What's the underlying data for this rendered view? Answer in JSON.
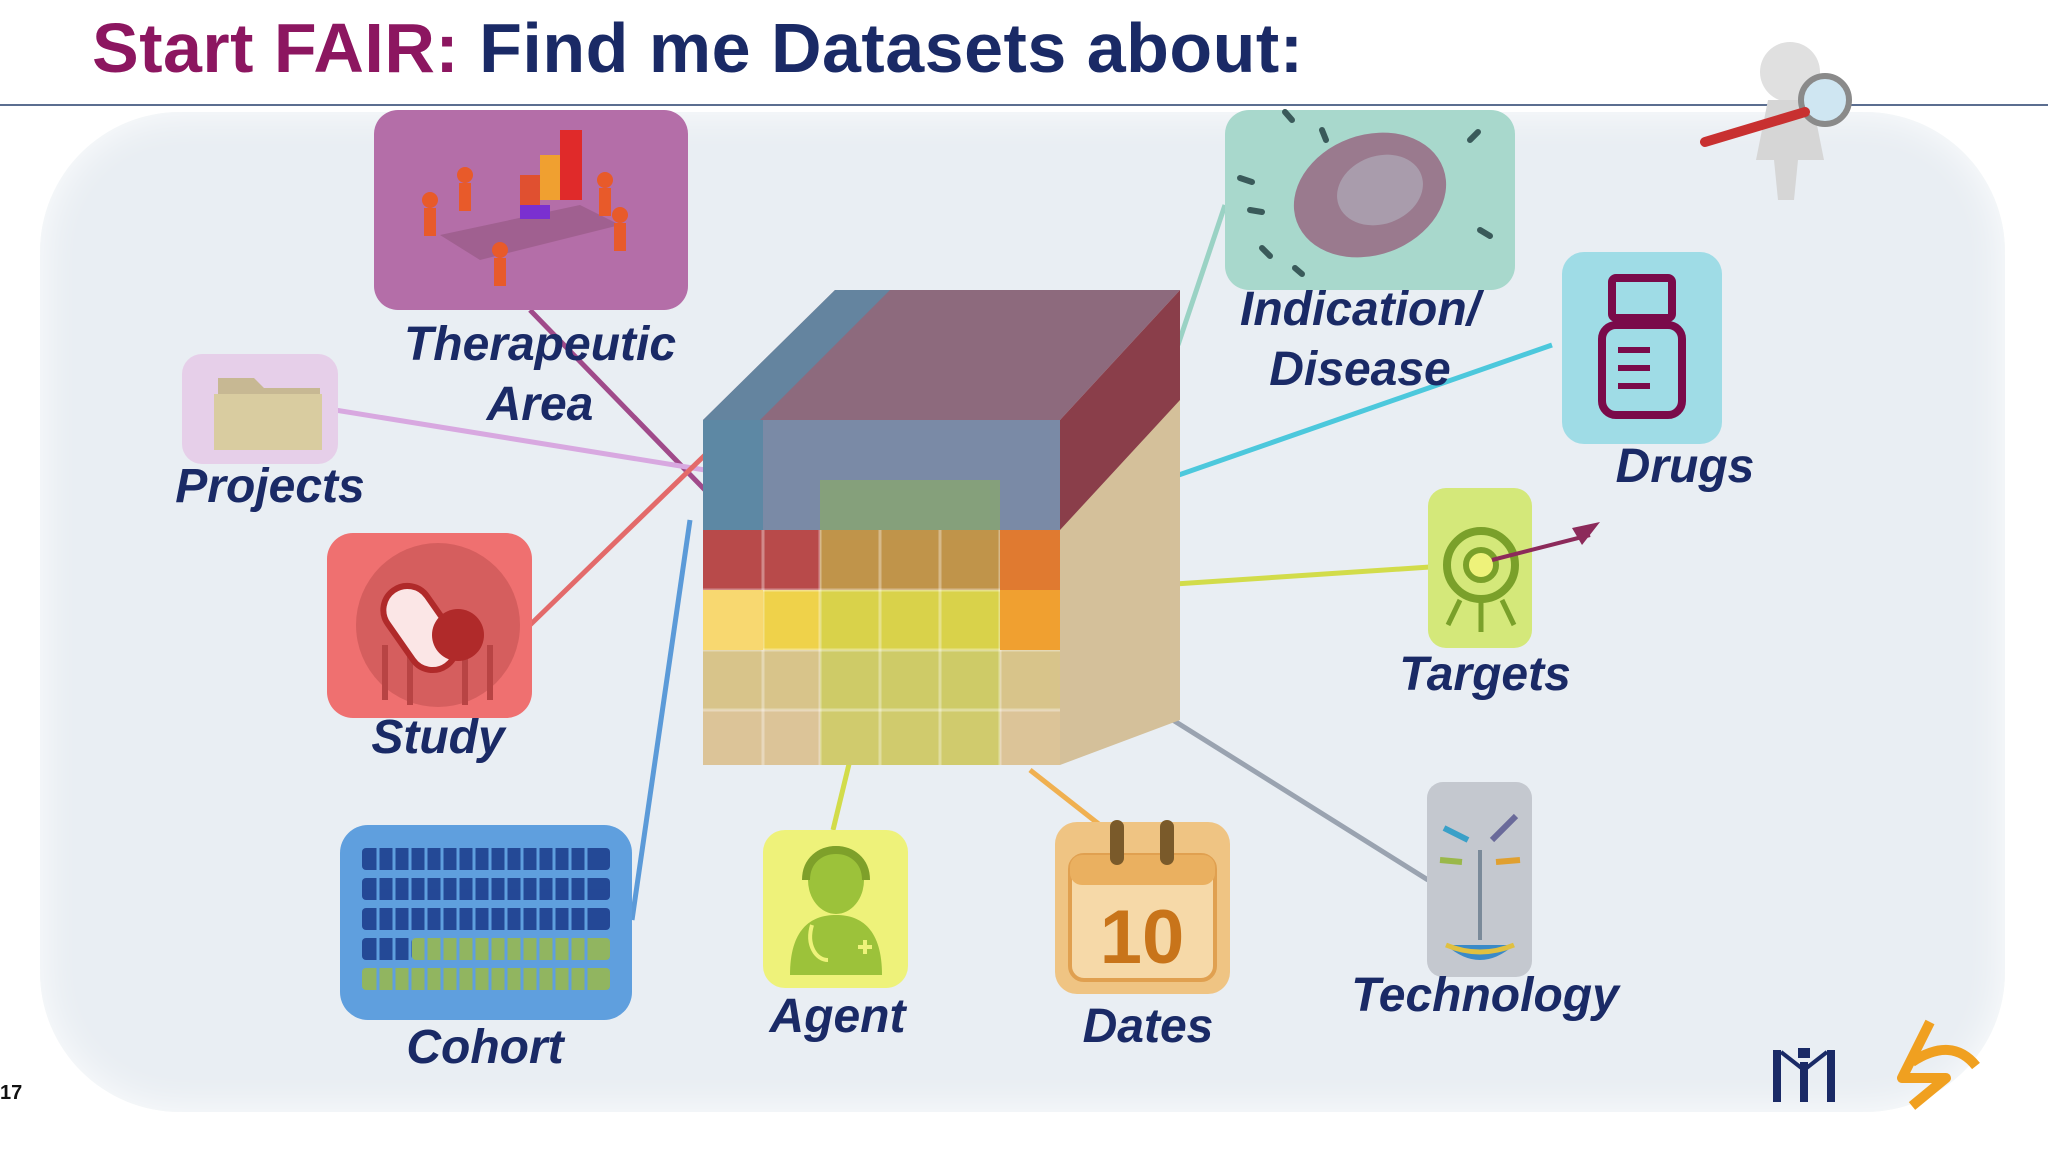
{
  "title": {
    "prefix": "Start FAIR:",
    "rest": " Find me Datasets about:"
  },
  "slide_number": "17",
  "categories": [
    {
      "key": "therapeutic_area",
      "line1": "Therapeutic",
      "line2": "Area",
      "icon": "meeting-bar-chart-icon",
      "color": "#b46ea8"
    },
    {
      "key": "projects",
      "line1": "Projects",
      "icon": "folder-icon",
      "color": "#e6cfe9"
    },
    {
      "key": "study",
      "line1": "Study",
      "icon": "pills-icon",
      "color": "#ef7070"
    },
    {
      "key": "cohort",
      "line1": "Cohort",
      "icon": "people-grid-icon",
      "color": "#5f9fde"
    },
    {
      "key": "agent",
      "line1": "Agent",
      "icon": "doctor-icon",
      "color": "#eef27a"
    },
    {
      "key": "dates",
      "line1": "Dates",
      "icon": "calendar-icon",
      "calendar_day": "10",
      "color": "#efc483"
    },
    {
      "key": "technology",
      "line1": "Technology",
      "icon": "sequencer-icon",
      "color": "#c4c8cf"
    },
    {
      "key": "targets",
      "line1": "Targets",
      "icon": "target-icon",
      "color": "#d4e87a"
    },
    {
      "key": "drugs",
      "line1": "Drugs",
      "icon": "pill-bottle-icon",
      "color": "#9fdce6"
    },
    {
      "key": "indication_disease",
      "line1": "Indication/",
      "line2": "Disease",
      "icon": "cell-icon",
      "color": "#a8d8cc"
    }
  ],
  "colors": {
    "title_navy": "#1a2a66",
    "title_accent": "#8c1660",
    "panel": "#e9eef3"
  }
}
